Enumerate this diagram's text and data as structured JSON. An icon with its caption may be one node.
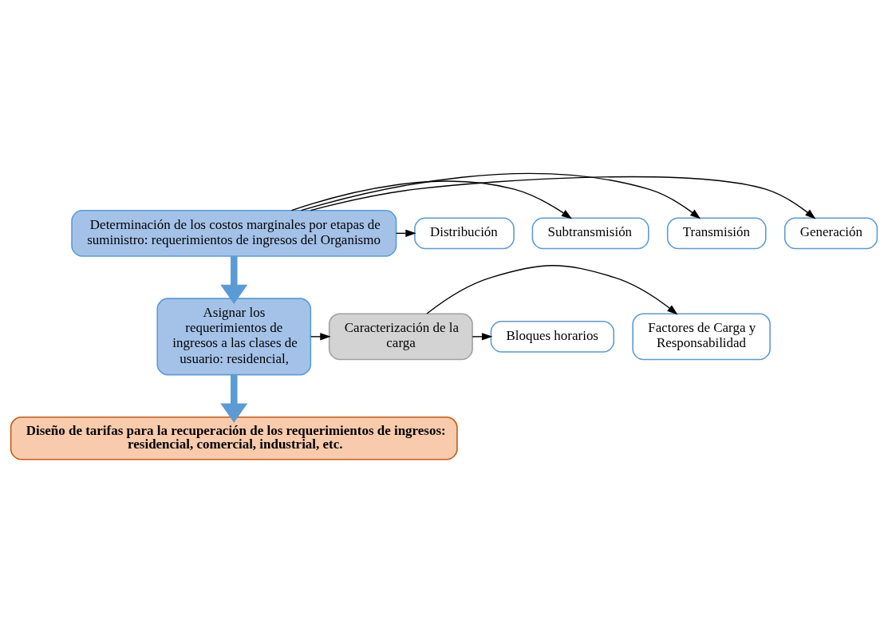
{
  "diagram": {
    "nodes": [
      {
        "text": [
          "Determinación de los costos marginales por etapas de suministro: requerimientos de ingresos del Organismo"
        ]
      },
      {
        "text": [
          "Generación"
        ]
      },
      {
        "text": [
          "Transmisión"
        ]
      },
      {
        "text": [
          "Subtransmisión"
        ]
      },
      {
        "text": [
          "Distribución"
        ]
      },
      {
        "text": [
          "Asignar los requerimientos de ingresos a las clases de usuario: residencial,"
        ]
      },
      {
        "text": [
          "Caracterización de la carga"
        ]
      },
      {
        "text": [
          "Factores de Carga y Responsabilidad"
        ]
      },
      {
        "text": [
          "Bloques horarios"
        ]
      },
      {
        "text": [
          "Diseño de tarifas para la recuperación de los requerimientos de ingresos: residencial, comercial, industrial, etc."
        ]
      }
    ],
    "edges": [
      {
        "from": 0,
        "to": 1,
        "arrow": "to"
      },
      {
        "from": 0,
        "to": 2,
        "arrow": "to"
      },
      {
        "from": 0,
        "to": 3,
        "arrow": "to"
      },
      {
        "from": 0,
        "to": 4,
        "arrow": "to"
      },
      {
        "from": 0,
        "to": 5,
        "arrow": "to",
        "style": "thick",
        "color": "#5b9bd5"
      },
      {
        "from": 5,
        "to": 6,
        "arrow": "to"
      },
      {
        "from": 6,
        "to": 7,
        "arrow": "to"
      },
      {
        "from": 6,
        "to": 8,
        "arrow": "to"
      },
      {
        "from": 5,
        "to": 9,
        "arrow": "to",
        "style": "thick",
        "color": "#5b9bd5"
      }
    ]
  }
}
